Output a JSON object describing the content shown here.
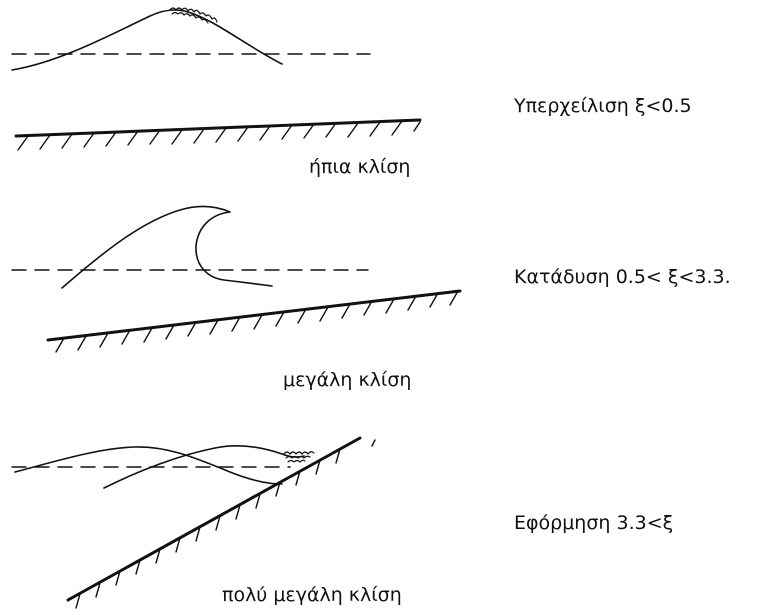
{
  "panels": [
    {
      "slope_label": "ήπια κλίση",
      "type_label": "Υπερχείλιση ξ<0.5"
    },
    {
      "slope_label": "μεγάλη κλίση",
      "type_label": "Κατάδυση 0.5< ξ<3.3."
    },
    {
      "slope_label": "πολύ μεγάλη κλίση",
      "type_label": "Εφόρμηση  3.3<ξ"
    }
  ]
}
